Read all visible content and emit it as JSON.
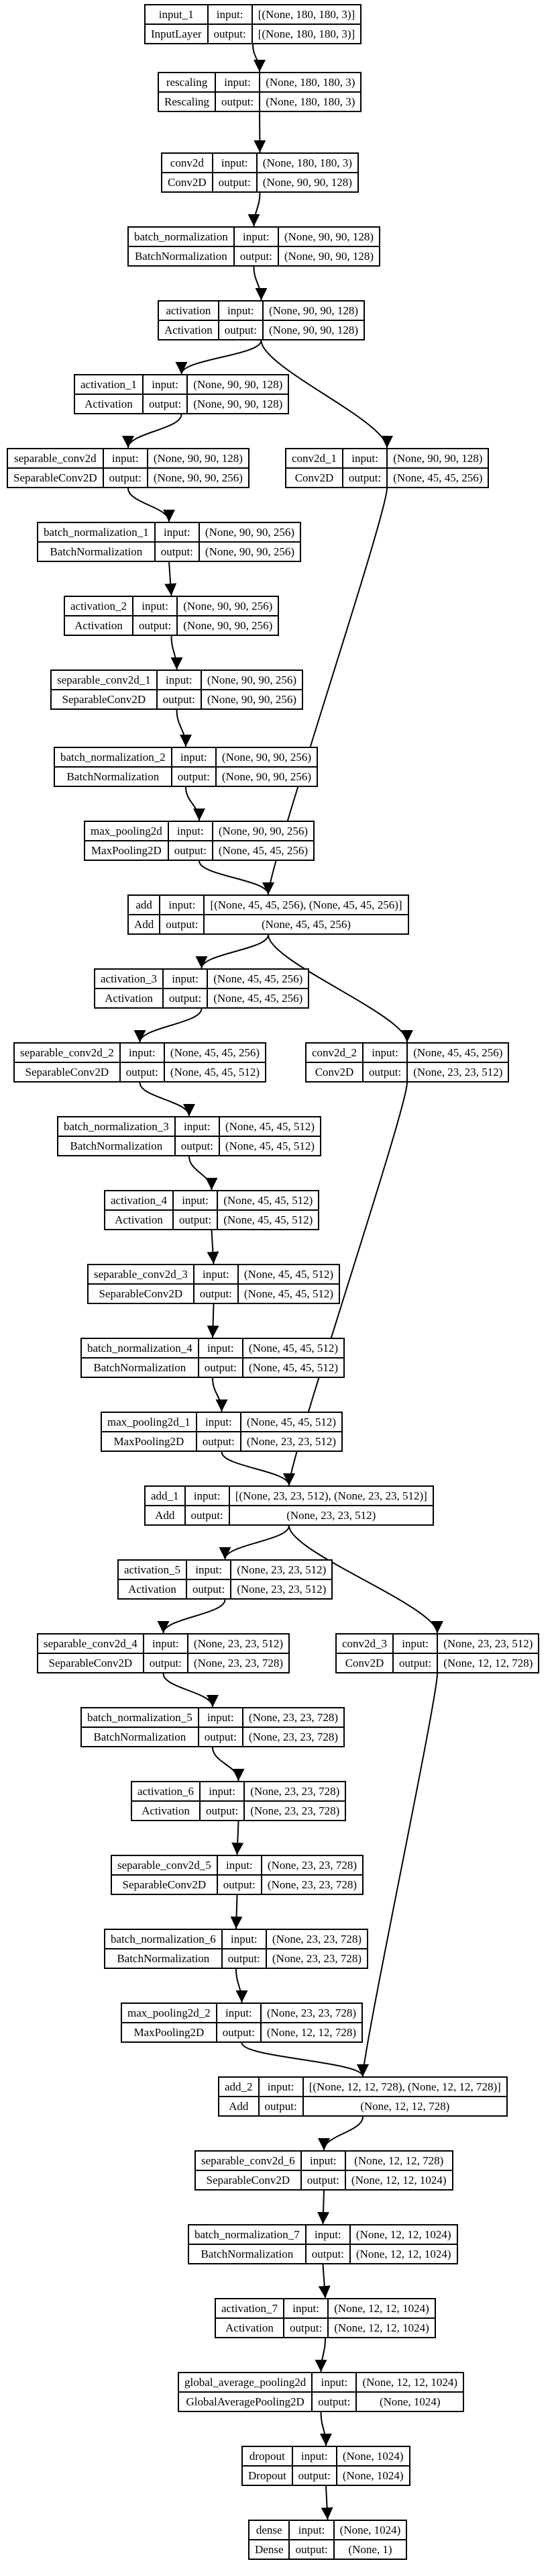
{
  "nodes": [
    {
      "name": "input_1",
      "type": "InputLayer",
      "input": "[(None, 180, 180, 3)]",
      "output": "[(None, 180, 180, 3)]"
    },
    {
      "name": "rescaling",
      "type": "Rescaling",
      "input": "(None, 180, 180, 3)",
      "output": "(None, 180, 180, 3)"
    },
    {
      "name": "conv2d",
      "type": "Conv2D",
      "input": "(None, 180, 180, 3)",
      "output": "(None, 90, 90, 128)"
    },
    {
      "name": "batch_normalization",
      "type": "BatchNormalization",
      "input": "(None, 90, 90, 128)",
      "output": "(None, 90, 90, 128)"
    },
    {
      "name": "activation",
      "type": "Activation",
      "input": "(None, 90, 90, 128)",
      "output": "(None, 90, 90, 128)"
    },
    {
      "name": "activation_1",
      "type": "Activation",
      "input": "(None, 90, 90, 128)",
      "output": "(None, 90, 90, 128)"
    },
    {
      "name": "separable_conv2d",
      "type": "SeparableConv2D",
      "input": "(None, 90, 90, 128)",
      "output": "(None, 90, 90, 256)"
    },
    {
      "name": "conv2d_1",
      "type": "Conv2D",
      "input": "(None, 90, 90, 128)",
      "output": "(None, 45, 45, 256)"
    },
    {
      "name": "batch_normalization_1",
      "type": "BatchNormalization",
      "input": "(None, 90, 90, 256)",
      "output": "(None, 90, 90, 256)"
    },
    {
      "name": "activation_2",
      "type": "Activation",
      "input": "(None, 90, 90, 256)",
      "output": "(None, 90, 90, 256)"
    },
    {
      "name": "separable_conv2d_1",
      "type": "SeparableConv2D",
      "input": "(None, 90, 90, 256)",
      "output": "(None, 90, 90, 256)"
    },
    {
      "name": "batch_normalization_2",
      "type": "BatchNormalization",
      "input": "(None, 90, 90, 256)",
      "output": "(None, 90, 90, 256)"
    },
    {
      "name": "max_pooling2d",
      "type": "MaxPooling2D",
      "input": "(None, 90, 90, 256)",
      "output": "(None, 45, 45, 256)"
    },
    {
      "name": "add",
      "type": "Add",
      "input": "[(None, 45, 45, 256), (None, 45, 45, 256)]",
      "output": "(None, 45, 45, 256)"
    },
    {
      "name": "activation_3",
      "type": "Activation",
      "input": "(None, 45, 45, 256)",
      "output": "(None, 45, 45, 256)"
    },
    {
      "name": "separable_conv2d_2",
      "type": "SeparableConv2D",
      "input": "(None, 45, 45, 256)",
      "output": "(None, 45, 45, 512)"
    },
    {
      "name": "conv2d_2",
      "type": "Conv2D",
      "input": "(None, 45, 45, 256)",
      "output": "(None, 23, 23, 512)"
    },
    {
      "name": "batch_normalization_3",
      "type": "BatchNormalization",
      "input": "(None, 45, 45, 512)",
      "output": "(None, 45, 45, 512)"
    },
    {
      "name": "activation_4",
      "type": "Activation",
      "input": "(None, 45, 45, 512)",
      "output": "(None, 45, 45, 512)"
    },
    {
      "name": "separable_conv2d_3",
      "type": "SeparableConv2D",
      "input": "(None, 45, 45, 512)",
      "output": "(None, 45, 45, 512)"
    },
    {
      "name": "batch_normalization_4",
      "type": "BatchNormalization",
      "input": "(None, 45, 45, 512)",
      "output": "(None, 45, 45, 512)"
    },
    {
      "name": "max_pooling2d_1",
      "type": "MaxPooling2D",
      "input": "(None, 45, 45, 512)",
      "output": "(None, 23, 23, 512)"
    },
    {
      "name": "add_1",
      "type": "Add",
      "input": "[(None, 23, 23, 512), (None, 23, 23, 512)]",
      "output": "(None, 23, 23, 512)"
    },
    {
      "name": "activation_5",
      "type": "Activation",
      "input": "(None, 23, 23, 512)",
      "output": "(None, 23, 23, 512)"
    },
    {
      "name": "separable_conv2d_4",
      "type": "SeparableConv2D",
      "input": "(None, 23, 23, 512)",
      "output": "(None, 23, 23, 728)"
    },
    {
      "name": "conv2d_3",
      "type": "Conv2D",
      "input": "(None, 23, 23, 512)",
      "output": "(None, 12, 12, 728)"
    },
    {
      "name": "batch_normalization_5",
      "type": "BatchNormalization",
      "input": "(None, 23, 23, 728)",
      "output": "(None, 23, 23, 728)"
    },
    {
      "name": "activation_6",
      "type": "Activation",
      "input": "(None, 23, 23, 728)",
      "output": "(None, 23, 23, 728)"
    },
    {
      "name": "separable_conv2d_5",
      "type": "SeparableConv2D",
      "input": "(None, 23, 23, 728)",
      "output": "(None, 23, 23, 728)"
    },
    {
      "name": "batch_normalization_6",
      "type": "BatchNormalization",
      "input": "(None, 23, 23, 728)",
      "output": "(None, 23, 23, 728)"
    },
    {
      "name": "max_pooling2d_2",
      "type": "MaxPooling2D",
      "input": "(None, 23, 23, 728)",
      "output": "(None, 12, 12, 728)"
    },
    {
      "name": "add_2",
      "type": "Add",
      "input": "[(None, 12, 12, 728), (None, 12, 12, 728)]",
      "output": "(None, 12, 12, 728)"
    },
    {
      "name": "separable_conv2d_6",
      "type": "SeparableConv2D",
      "input": "(None, 12, 12, 728)",
      "output": "(None, 12, 12, 1024)"
    },
    {
      "name": "batch_normalization_7",
      "type": "BatchNormalization",
      "input": "(None, 12, 12, 1024)",
      "output": "(None, 12, 12, 1024)"
    },
    {
      "name": "activation_7",
      "type": "Activation",
      "input": "(None, 12, 12, 1024)",
      "output": "(None, 12, 12, 1024)"
    },
    {
      "name": "global_average_pooling2d",
      "type": "GlobalAveragePooling2D",
      "input": "(None, 12, 12, 1024)",
      "output": "(None, 1024)"
    },
    {
      "name": "dropout",
      "type": "Dropout",
      "input": "(None, 1024)",
      "output": "(None, 1024)"
    },
    {
      "name": "dense",
      "type": "Dense",
      "input": "(None, 1024)",
      "output": "(None, 1)"
    }
  ],
  "edges": [
    [
      "input_1",
      "rescaling"
    ],
    [
      "rescaling",
      "conv2d"
    ],
    [
      "conv2d",
      "batch_normalization"
    ],
    [
      "batch_normalization",
      "activation"
    ],
    [
      "activation",
      "activation_1"
    ],
    [
      "activation",
      "conv2d_1"
    ],
    [
      "activation_1",
      "separable_conv2d"
    ],
    [
      "separable_conv2d",
      "batch_normalization_1"
    ],
    [
      "batch_normalization_1",
      "activation_2"
    ],
    [
      "activation_2",
      "separable_conv2d_1"
    ],
    [
      "separable_conv2d_1",
      "batch_normalization_2"
    ],
    [
      "batch_normalization_2",
      "max_pooling2d"
    ],
    [
      "max_pooling2d",
      "add"
    ],
    [
      "conv2d_1",
      "add"
    ],
    [
      "add",
      "activation_3"
    ],
    [
      "add",
      "conv2d_2"
    ],
    [
      "activation_3",
      "separable_conv2d_2"
    ],
    [
      "separable_conv2d_2",
      "batch_normalization_3"
    ],
    [
      "batch_normalization_3",
      "activation_4"
    ],
    [
      "activation_4",
      "separable_conv2d_3"
    ],
    [
      "separable_conv2d_3",
      "batch_normalization_4"
    ],
    [
      "batch_normalization_4",
      "max_pooling2d_1"
    ],
    [
      "max_pooling2d_1",
      "add_1"
    ],
    [
      "conv2d_2",
      "add_1"
    ],
    [
      "add_1",
      "activation_5"
    ],
    [
      "add_1",
      "conv2d_3"
    ],
    [
      "activation_5",
      "separable_conv2d_4"
    ],
    [
      "separable_conv2d_4",
      "batch_normalization_5"
    ],
    [
      "batch_normalization_5",
      "activation_6"
    ],
    [
      "activation_6",
      "separable_conv2d_5"
    ],
    [
      "separable_conv2d_5",
      "batch_normalization_6"
    ],
    [
      "batch_normalization_6",
      "max_pooling2d_2"
    ],
    [
      "max_pooling2d_2",
      "add_2"
    ],
    [
      "conv2d_3",
      "add_2"
    ],
    [
      "add_2",
      "separable_conv2d_6"
    ],
    [
      "separable_conv2d_6",
      "batch_normalization_7"
    ],
    [
      "batch_normalization_7",
      "activation_7"
    ],
    [
      "activation_7",
      "global_average_pooling2d"
    ],
    [
      "global_average_pooling2d",
      "dropout"
    ],
    [
      "dropout",
      "dense"
    ]
  ],
  "labels": {
    "input": "input:",
    "output": "output:"
  }
}
